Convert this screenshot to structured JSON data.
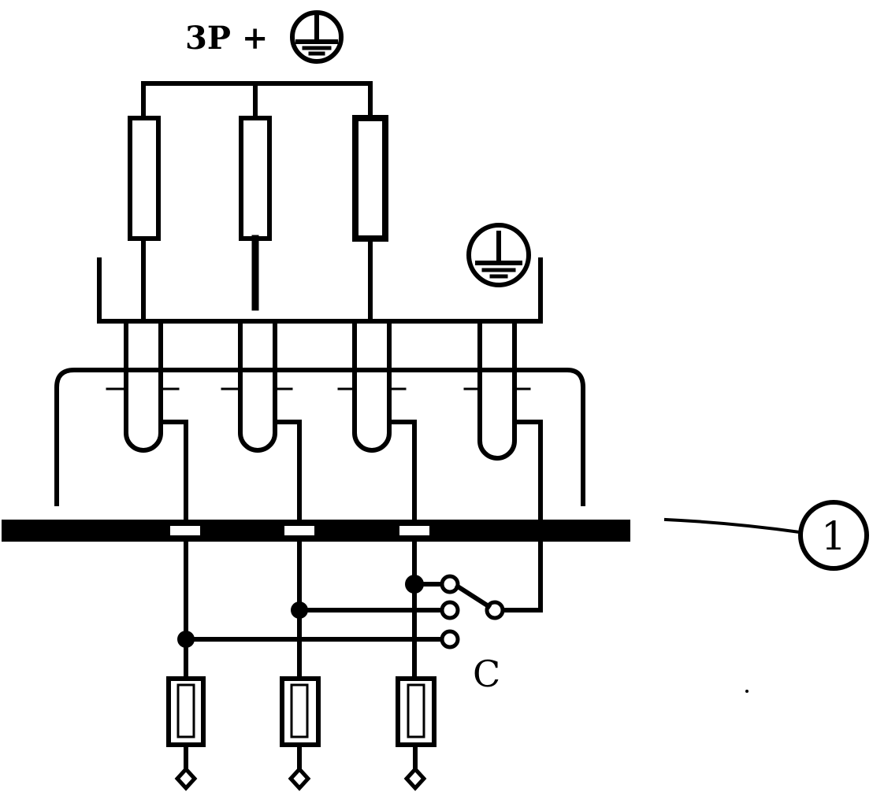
{
  "diagram": {
    "title_text": "3P +",
    "switch_label": "C",
    "callout_number": "1",
    "symbols": {
      "ground": "protective-earth-symbol"
    },
    "colors": {
      "ink": "#000000",
      "paper": "#ffffff"
    }
  }
}
